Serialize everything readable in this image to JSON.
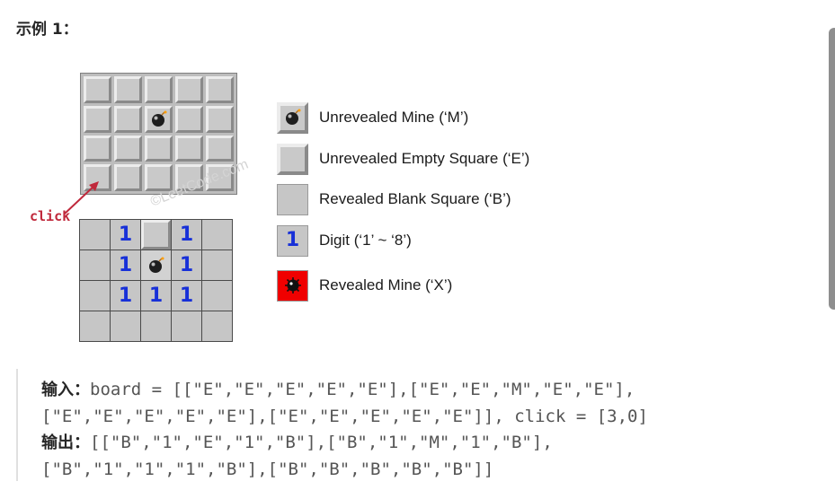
{
  "heading": "示例 1：",
  "figure": {
    "click_label": "click",
    "watermark": "©LeetCode.com",
    "top_board": {
      "rows": [
        [
          "E",
          "E",
          "E",
          "E",
          "E"
        ],
        [
          "E",
          "E",
          "M",
          "E",
          "E"
        ],
        [
          "E",
          "E",
          "E",
          "E",
          "E"
        ],
        [
          "E",
          "E",
          "E",
          "E",
          "E"
        ]
      ]
    },
    "bottom_board": {
      "rows": [
        [
          "B",
          "1",
          "E",
          "1",
          "B"
        ],
        [
          "B",
          "1",
          "M",
          "1",
          "B"
        ],
        [
          "B",
          "1",
          "1",
          "1",
          "B"
        ],
        [
          "B",
          "B",
          "B",
          "B",
          "B"
        ]
      ],
      "digit_text": "1"
    },
    "legend": [
      {
        "icon": "unrevealed-mine-icon",
        "label": "Unrevealed Mine (‘M’)"
      },
      {
        "icon": "unrevealed-empty-square-icon",
        "label": "Unrevealed Empty Square (‘E’)"
      },
      {
        "icon": "revealed-blank-square-icon",
        "label": "Revealed Blank Square (‘B’)"
      },
      {
        "icon": "digit-icon",
        "label": "Digit (‘1’ ~ ‘8’)",
        "digit": "1"
      },
      {
        "icon": "revealed-mine-icon",
        "label": "Revealed Mine (‘X’)"
      }
    ],
    "colors": {
      "digit": "#1730d8",
      "revealed_mine_bg": "#f00000",
      "click_label": "#c0283b"
    }
  },
  "example": {
    "input_label": "输入：",
    "input_line1": "board = [[\"E\",\"E\",\"E\",\"E\",\"E\"],[\"E\",\"E\",\"M\",\"E\",\"E\"],",
    "input_line2": "[\"E\",\"E\",\"E\",\"E\",\"E\"],[\"E\",\"E\",\"E\",\"E\",\"E\"]], click = [3,0]",
    "output_label": "输出：",
    "output_line1": "[[\"B\",\"1\",\"E\",\"1\",\"B\"],[\"B\",\"1\",\"M\",\"1\",\"B\"],",
    "output_line2": "[\"B\",\"1\",\"1\",\"1\",\"B\"],[\"B\",\"B\",\"B\",\"B\",\"B\"]]"
  }
}
